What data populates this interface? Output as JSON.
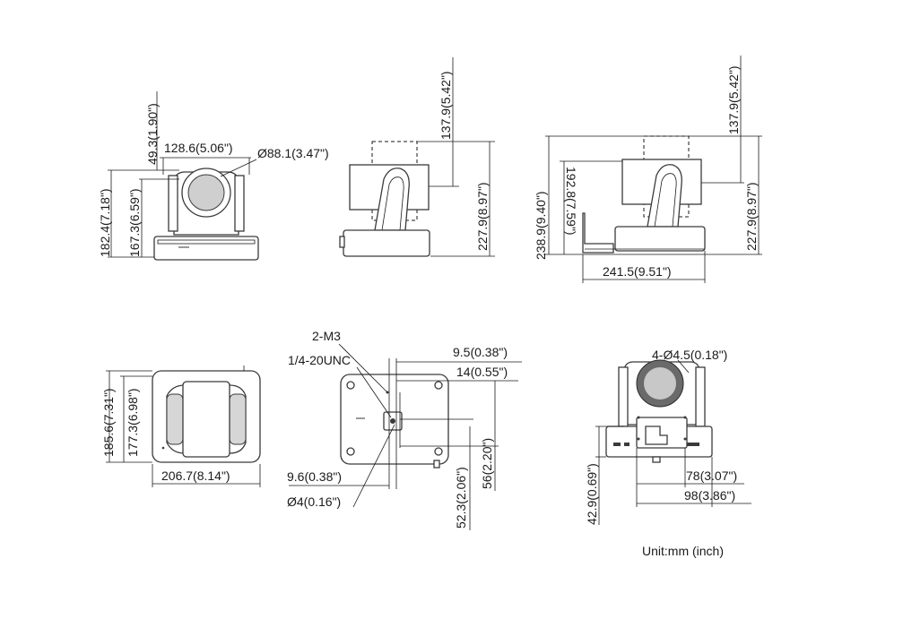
{
  "unit_label": "Unit:mm (inch)",
  "views": {
    "front": {
      "d_top_offset": "49.3(1.90\")",
      "d_lens_width": "128.6(5.06\")",
      "d_lens_dia": "Ø88.1(3.47\")",
      "d_total_height": "182.4(7.18\")",
      "d_body_height": "167.3(6.59\")"
    },
    "side": {
      "d_top": "137.9(5.42\")",
      "d_height": "227.9(8.97\")"
    },
    "side_bracket": {
      "d_top": "137.9(5.42\")",
      "d_total_height": "238.9(9.40\")",
      "d_inner_height": "192.8(7.59\")",
      "d_height": "227.9(8.97\")",
      "d_width": "241.5(9.51\")"
    },
    "top": {
      "d_depth_total": "185.6(7.31\")",
      "d_depth_body": "177.3(6.98\")",
      "d_width": "206.7(8.14\")"
    },
    "bottom": {
      "label_m3": "2-M3",
      "label_unc": "1/4-20UNC",
      "d_offset_a": "9.5(0.38\")",
      "d_offset_b": "14(0.55\")",
      "d_offset_c": "9.6(0.38\")",
      "d_hole": "Ø4(0.16\")",
      "d_depth_a": "52.3(2.06\")",
      "d_depth_b": "56(2.20\")"
    },
    "rear": {
      "d_holes": "4-Ø4.5(0.18\")",
      "d_height": "42.9(0.69\")",
      "d_span_a": "78(3.07\")",
      "d_span_b": "98(3.86\")"
    }
  }
}
